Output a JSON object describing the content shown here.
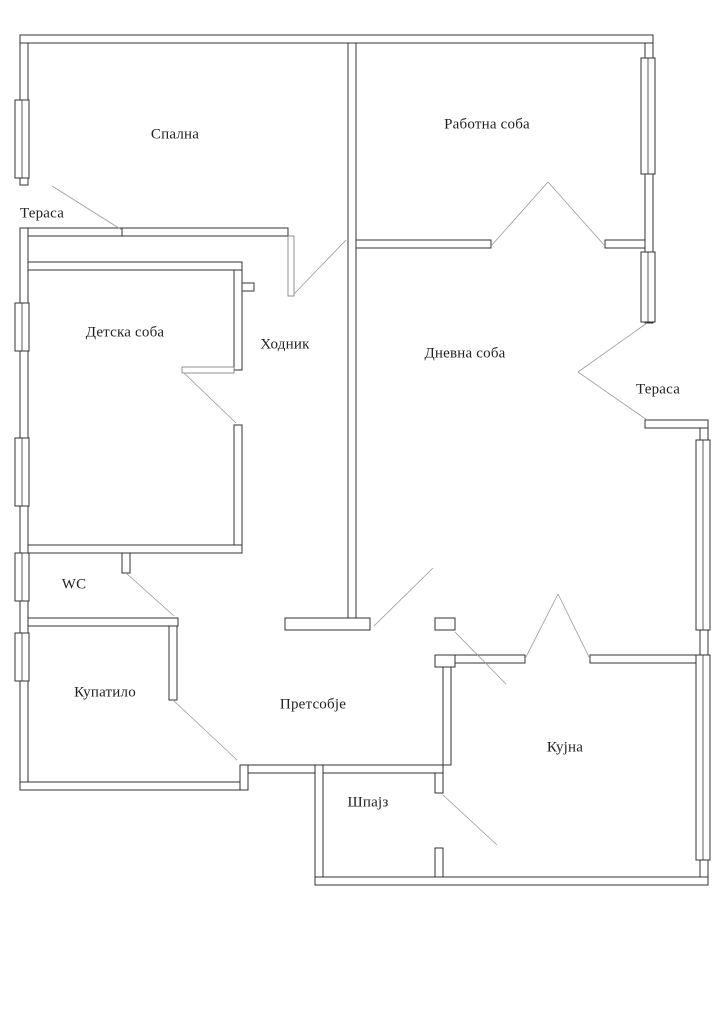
{
  "drawing": {
    "type": "apartment-floor-plan",
    "background_color": "#ffffff",
    "wall_color": "#333333"
  },
  "rooms": [
    {
      "id": "spalna",
      "label": "Спална"
    },
    {
      "id": "rabotna-soba",
      "label": "Работна соба"
    },
    {
      "id": "terasa-left",
      "label": "Тераса"
    },
    {
      "id": "detska-soba",
      "label": "Детска соба"
    },
    {
      "id": "hodnik",
      "label": "Ходник"
    },
    {
      "id": "dnevna-soba",
      "label": "Дневна соба"
    },
    {
      "id": "terasa-right",
      "label": "Тераса"
    },
    {
      "id": "wc",
      "label": "WC"
    },
    {
      "id": "kupatilo",
      "label": "Купатило"
    },
    {
      "id": "pretsobje",
      "label": "Претсобје"
    },
    {
      "id": "kujna",
      "label": "Кујна"
    },
    {
      "id": "shpajz",
      "label": "Шпајз"
    }
  ]
}
